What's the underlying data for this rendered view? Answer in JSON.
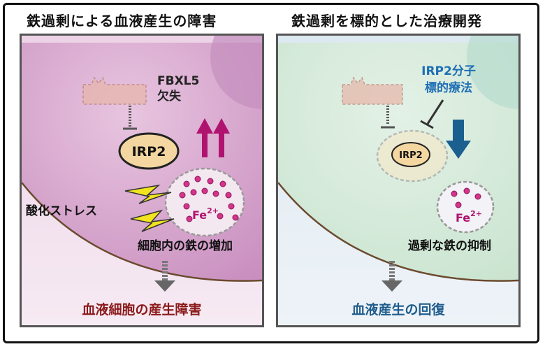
{
  "left_panel": {
    "title": "鉄過剰による血液産生の障害",
    "fbxl5_line1": "FBXL5",
    "fbxl5_line2": "欠失",
    "irp2": "IRP2",
    "fe_base": "Fe",
    "fe_sup": "2+",
    "stress": "酸化ストレス",
    "iron_increase": "細胞内の鉄の増加",
    "outcome": "血液細胞の産生障害",
    "colors": {
      "bg": "#efd8ea",
      "cell": "#dcaed3",
      "arrow": "#b0136f",
      "outcome": "#8b1a1a"
    }
  },
  "right_panel": {
    "title": "鉄過剰を標的とした治療開発",
    "therapy_line1": "IRP2分子",
    "therapy_line2": "標的療法",
    "irp2": "IRP2",
    "fe_base": "Fe",
    "fe_sup": "2+",
    "suppression": "過剰な鉄の抑制",
    "outcome": "血液産生の回復",
    "colors": {
      "bg": "#e6eef5",
      "cell": "#d5ebdb",
      "arrow": "#1b5f8f",
      "therapy_text": "#1e6fb5",
      "outcome": "#1e5c8c"
    }
  }
}
